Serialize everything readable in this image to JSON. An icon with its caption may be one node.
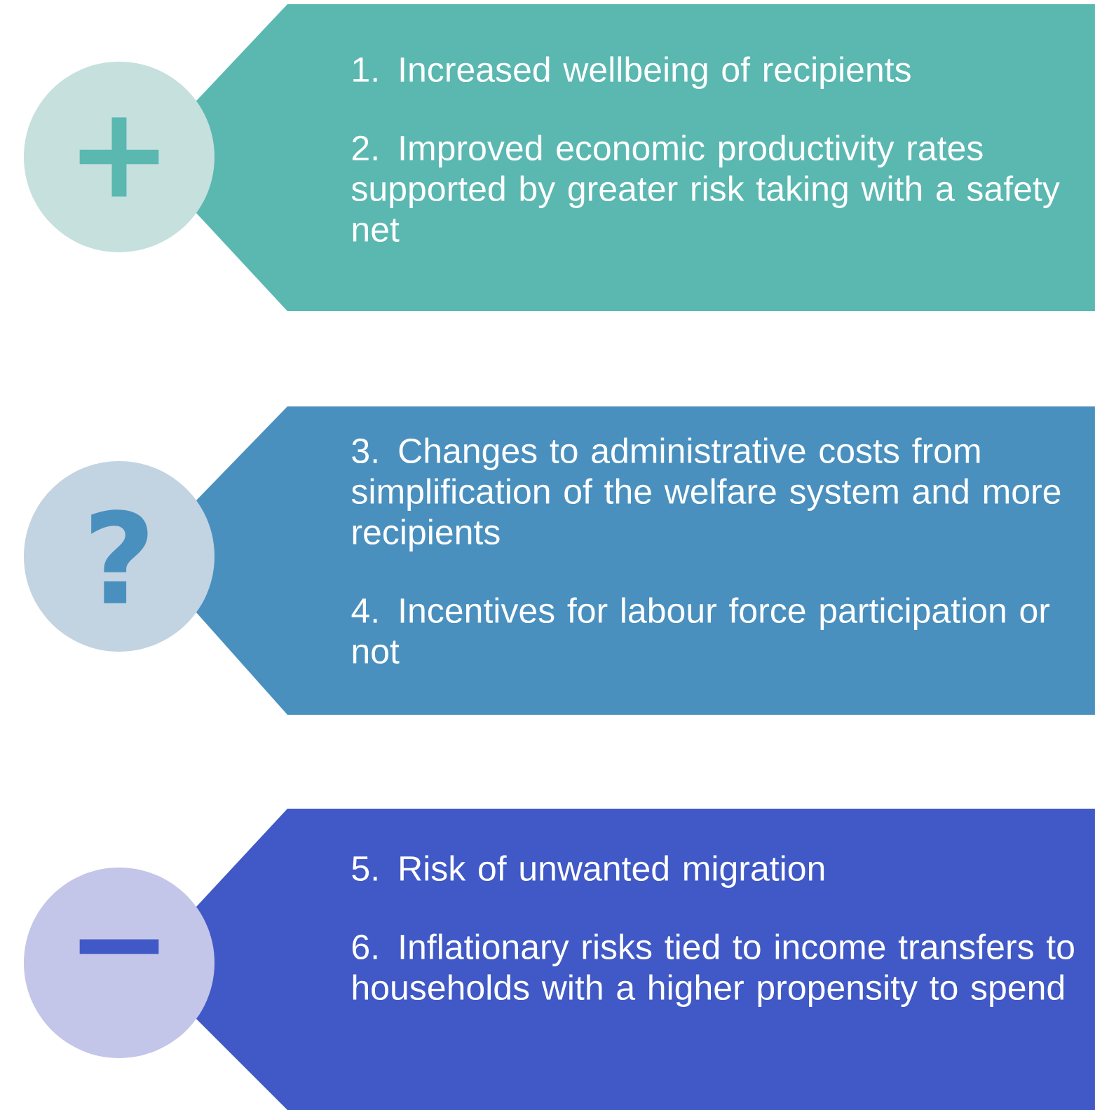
{
  "diagram": {
    "nodes": [
      {
        "text": [
          "+"
        ]
      },
      {
        "text": [
          "1. Increased wellbeing of recipients",
          "2. Improved economic productivity rates supported by greater risk taking with a safety net"
        ]
      },
      {
        "text": [
          "?"
        ]
      },
      {
        "text": [
          "3. Changes to administrative costs from simplification of the welfare system and more recipients",
          "4. Incentives for labour force participation or not"
        ]
      },
      {
        "text": [
          "−"
        ]
      },
      {
        "text": [
          "5. Risk of unwanted migration",
          "6. Inflationary risks tied to income transfers to households with a higher propensity to spend"
        ]
      }
    ]
  }
}
